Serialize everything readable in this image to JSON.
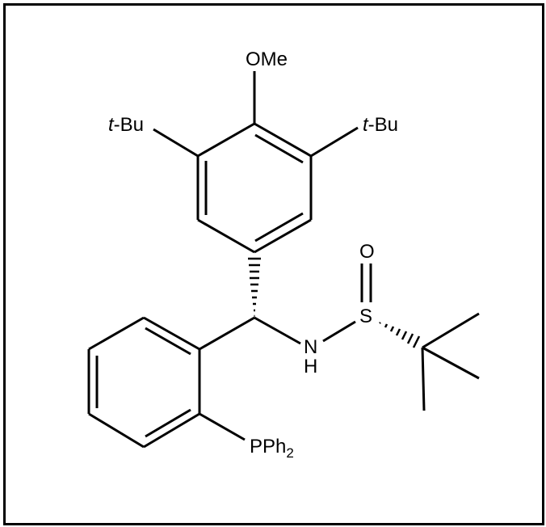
{
  "diagram": {
    "type": "chemical-structure",
    "labels": {
      "methoxy": "OMe",
      "tbu_left_prefix": "t",
      "tbu_left_suffix": "-Bu",
      "tbu_right_prefix": "t",
      "tbu_right_suffix": "-Bu",
      "oxygen": "O",
      "sulfur": "S",
      "nitrogen": "N",
      "hydrogen": "H",
      "phosphine_main": "PPh",
      "phosphine_sub": "2"
    },
    "colors": {
      "line": "#000000",
      "background": "#ffffff"
    }
  }
}
